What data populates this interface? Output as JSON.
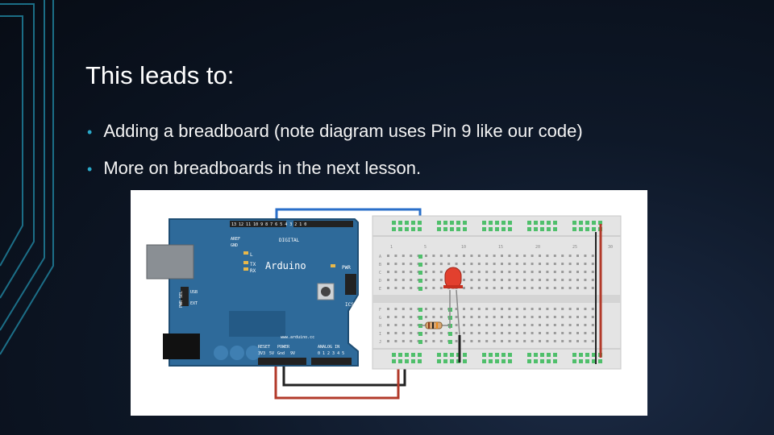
{
  "slide": {
    "title": "This leads to:",
    "bullets": [
      "Adding a breadboard (note diagram uses Pin 9 like our code)",
      "More on breadboards in the next lesson."
    ],
    "accent_color": "#2aa8c8"
  },
  "figure": {
    "board_brand": "Arduino",
    "board_url": "www.arduino.cc",
    "digital_label": "DIGITAL",
    "power_label": "POWER",
    "analog_label": "ANALOG IN",
    "icsp_label": "ICSP",
    "pwr_label": "PWR",
    "pwr_sel_label": "PWR SEL",
    "usb_label": "USB",
    "ext_label": "EXT",
    "tx_label": "TX",
    "rx_label": "RX",
    "l_label": "L",
    "aref_label": "AREF",
    "gnd_label": "GND",
    "reset_label": "RESET",
    "v33_label": "3V3",
    "v5_label": "5V",
    "gnd2_label": "Gnd",
    "vin_label": "9V",
    "digital_pins": "13 12 11 10 9 8   7 6 5 4 3 2 1 0",
    "analog_pins": "0 1 2 3 4 5",
    "row_letters_top": [
      "A",
      "B",
      "C",
      "D",
      "E"
    ],
    "row_letters_bottom": [
      "F",
      "G",
      "H",
      "I",
      "J"
    ],
    "column_numbers": [
      "1",
      "5",
      "10",
      "15",
      "20",
      "25",
      "30"
    ],
    "colors": {
      "board_blue": "#2e6a9a",
      "wire_blue": "#2a6fc9",
      "wire_red": "#b23a2a",
      "wire_black": "#222222",
      "led_red": "#e2402e",
      "pin_green": "#4fbf6b"
    }
  }
}
